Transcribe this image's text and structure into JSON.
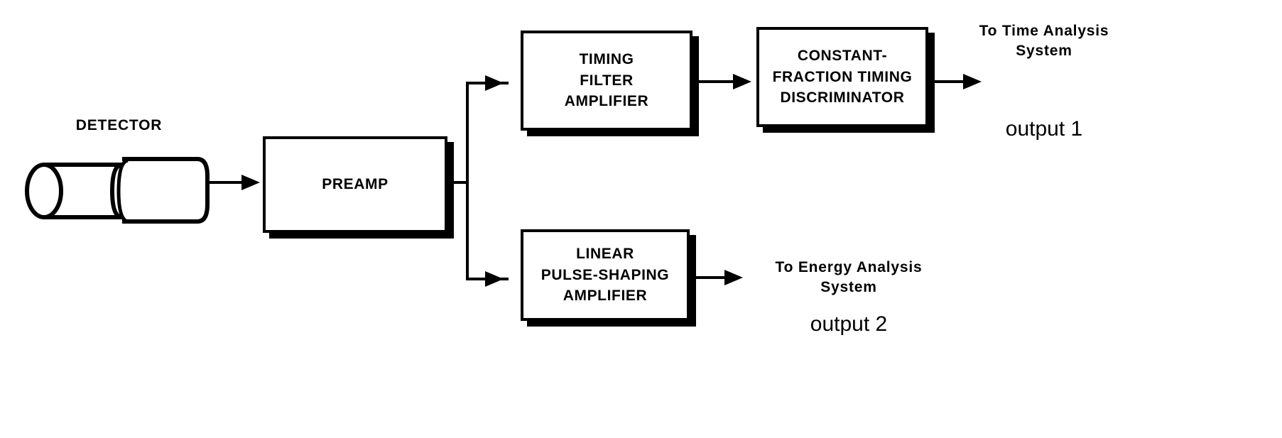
{
  "diagram": {
    "title": "Nuclear detector signal processing block diagram",
    "ink_color": "#000000",
    "background_color": "#ffffff"
  },
  "detector": {
    "label": "DETECTOR",
    "icon": "detector-cylinder-icon"
  },
  "blocks": [
    {
      "id": "preamp",
      "lines": [
        "PREAMP"
      ]
    },
    {
      "id": "tfa",
      "lines": [
        "TIMING",
        "FILTER",
        "AMPLIFIER"
      ]
    },
    {
      "id": "cftd",
      "lines": [
        "CONSTANT-",
        "FRACTION TIMING",
        "DISCRIMINATOR"
      ]
    },
    {
      "id": "linear-amp",
      "lines": [
        "LINEAR",
        "PULSE-SHAPING",
        "AMPLIFIER"
      ]
    }
  ],
  "outputs": [
    {
      "id": "time-analysis",
      "destination": "To Time Analysis\nSystem",
      "annotation": "output 1"
    },
    {
      "id": "energy-analysis",
      "destination": "To Energy Analysis\nSystem",
      "annotation": "output 2"
    }
  ]
}
